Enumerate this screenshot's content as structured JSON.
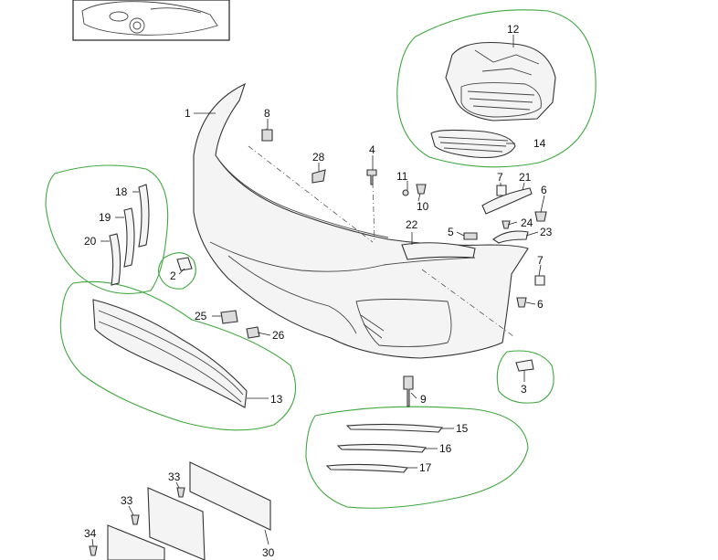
{
  "labels": {
    "p1": "1",
    "p2": "2",
    "p3": "3",
    "p4": "4",
    "p5": "5",
    "p6a": "6",
    "p6b": "6",
    "p7a": "7",
    "p7b": "7",
    "p8": "8",
    "p9": "9",
    "p10": "10",
    "p11": "11",
    "p12": "12",
    "p13": "13",
    "p14": "14",
    "p15": "15",
    "p16": "16",
    "p17": "17",
    "p18": "18",
    "p19": "19",
    "p20": "20",
    "p21": "21",
    "p22": "22",
    "p23": "23",
    "p24": "24",
    "p25": "25",
    "p26": "26",
    "p28": "28",
    "p30": "30",
    "p33a": "33",
    "p33b": "33",
    "p34": "34"
  },
  "colors": {
    "group_outline": "#3fa83f",
    "line": "#333333",
    "part_fill": "#f4f4f4"
  }
}
